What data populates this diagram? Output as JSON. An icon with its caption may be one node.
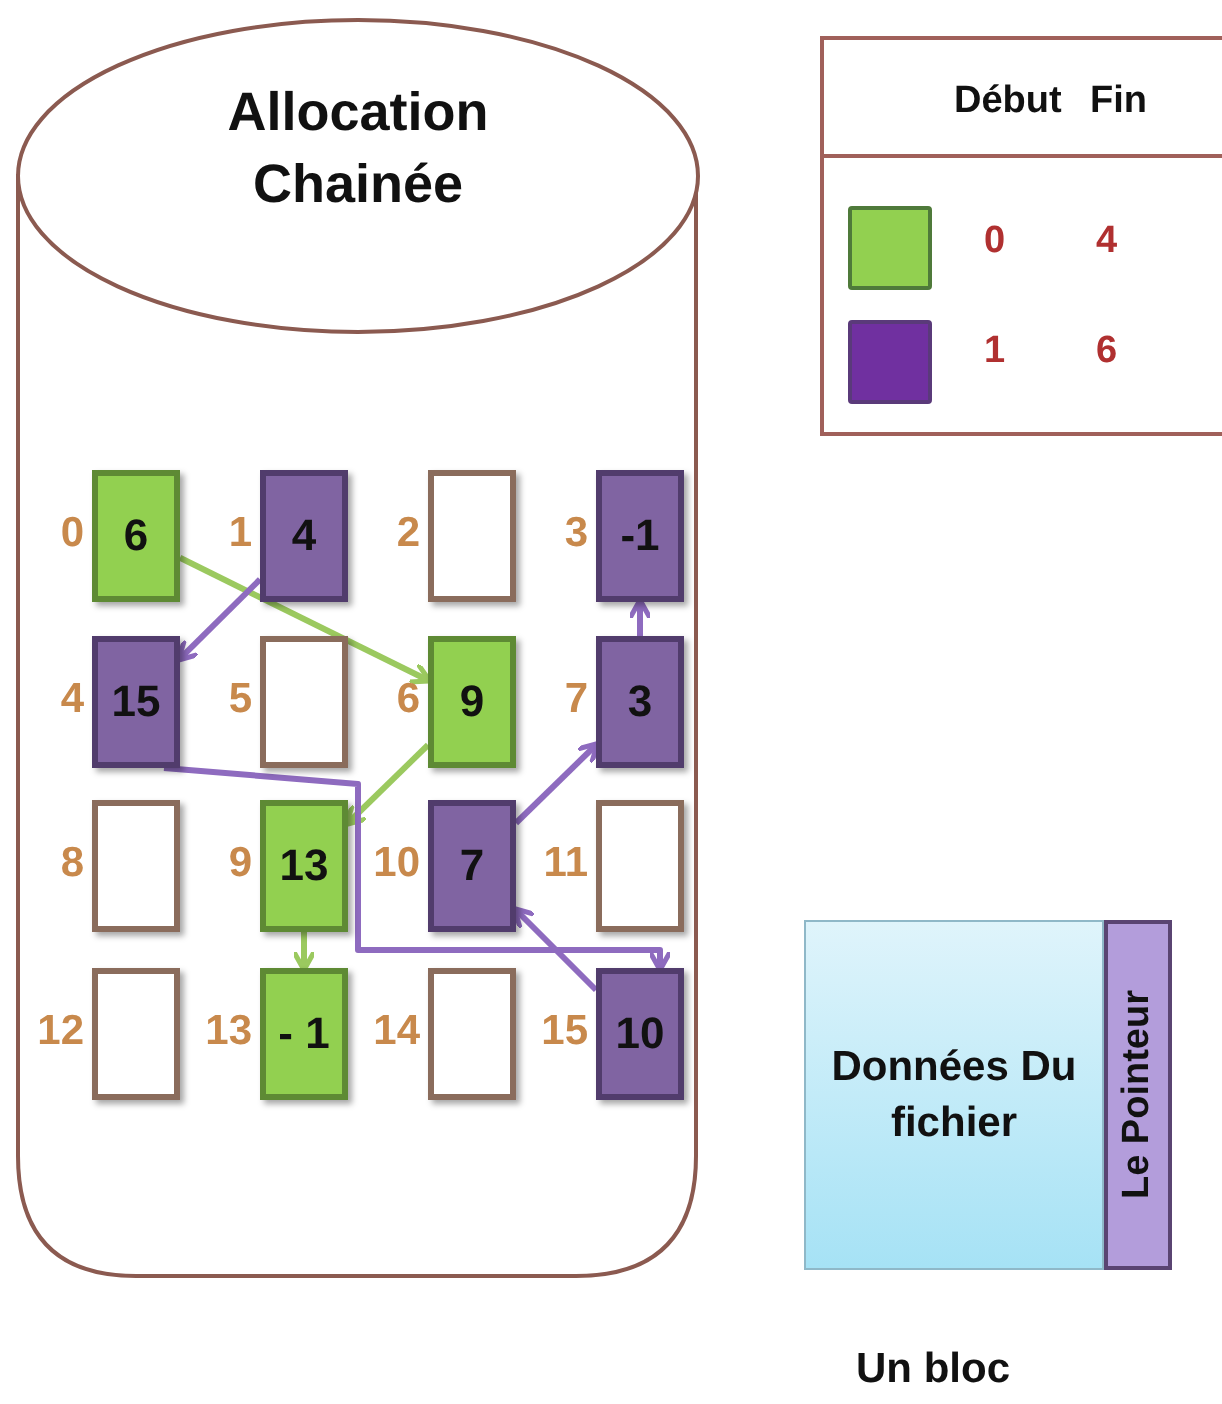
{
  "diagram": {
    "nodes": [
      {
        "text": [
          "Allocation Chainée"
        ]
      },
      {
        "text": [
          "6"
        ],
        "beside": [
          "0"
        ],
        "in": 0
      },
      {
        "text": [
          "4"
        ],
        "beside": [
          "1"
        ],
        "in": 0
      },
      {
        "text": [],
        "shape": "box",
        "beside": [
          "2"
        ],
        "in": 0
      },
      {
        "text": [
          "-1"
        ],
        "beside": [
          "3"
        ],
        "in": 0
      },
      {
        "text": [
          "15"
        ],
        "beside": [
          "4"
        ],
        "in": 0
      },
      {
        "text": [],
        "shape": "box",
        "beside": [
          "5"
        ],
        "in": 0
      },
      {
        "text": [
          "9"
        ],
        "beside": [
          "6"
        ],
        "in": 0
      },
      {
        "text": [
          "3"
        ],
        "beside": [
          "7"
        ],
        "in": 0
      },
      {
        "text": [],
        "shape": "box",
        "beside": [
          "8"
        ],
        "in": 0
      },
      {
        "text": [
          "13"
        ],
        "beside": [
          "9"
        ],
        "in": 0
      },
      {
        "text": [
          "7"
        ],
        "beside": [
          "10"
        ],
        "in": 0
      },
      {
        "text": [],
        "shape": "box",
        "beside": [
          "11"
        ],
        "in": 0
      },
      {
        "text": [],
        "shape": "box",
        "beside": [
          "12"
        ],
        "in": 0
      },
      {
        "text": [
          "- 1"
        ],
        "beside": [
          "13"
        ],
        "in": 0
      },
      {
        "text": [],
        "shape": "box",
        "beside": [
          "14"
        ],
        "in": 0
      },
      {
        "text": [
          "10"
        ],
        "beside": [
          "15"
        ],
        "in": 0
      },
      {
        "text": [
          "Données Du fichier"
        ]
      },
      {
        "text": [
          "Le Pointeur"
        ]
      }
    ],
    "edges": [
      {
        "from": 1,
        "to": 7,
        "arrow": "to",
        "color": "#9bc95f"
      },
      {
        "from": 7,
        "to": 10,
        "arrow": "to",
        "color": "#9bc95f"
      },
      {
        "from": 10,
        "to": 14,
        "arrow": "to",
        "color": "#9bc95f"
      },
      {
        "from": 2,
        "to": 5,
        "arrow": "to"
      },
      {
        "from": 5,
        "to": 16,
        "arrow": "to"
      },
      {
        "from": 16,
        "to": 11,
        "arrow": "to"
      },
      {
        "from": 11,
        "to": 8,
        "arrow": "to"
      },
      {
        "from": 8,
        "to": 4,
        "arrow": "to"
      }
    ],
    "labels": [
      "Début",
      "Fin",
      "0",
      "4",
      "1",
      "6",
      "Un bloc"
    ]
  }
}
